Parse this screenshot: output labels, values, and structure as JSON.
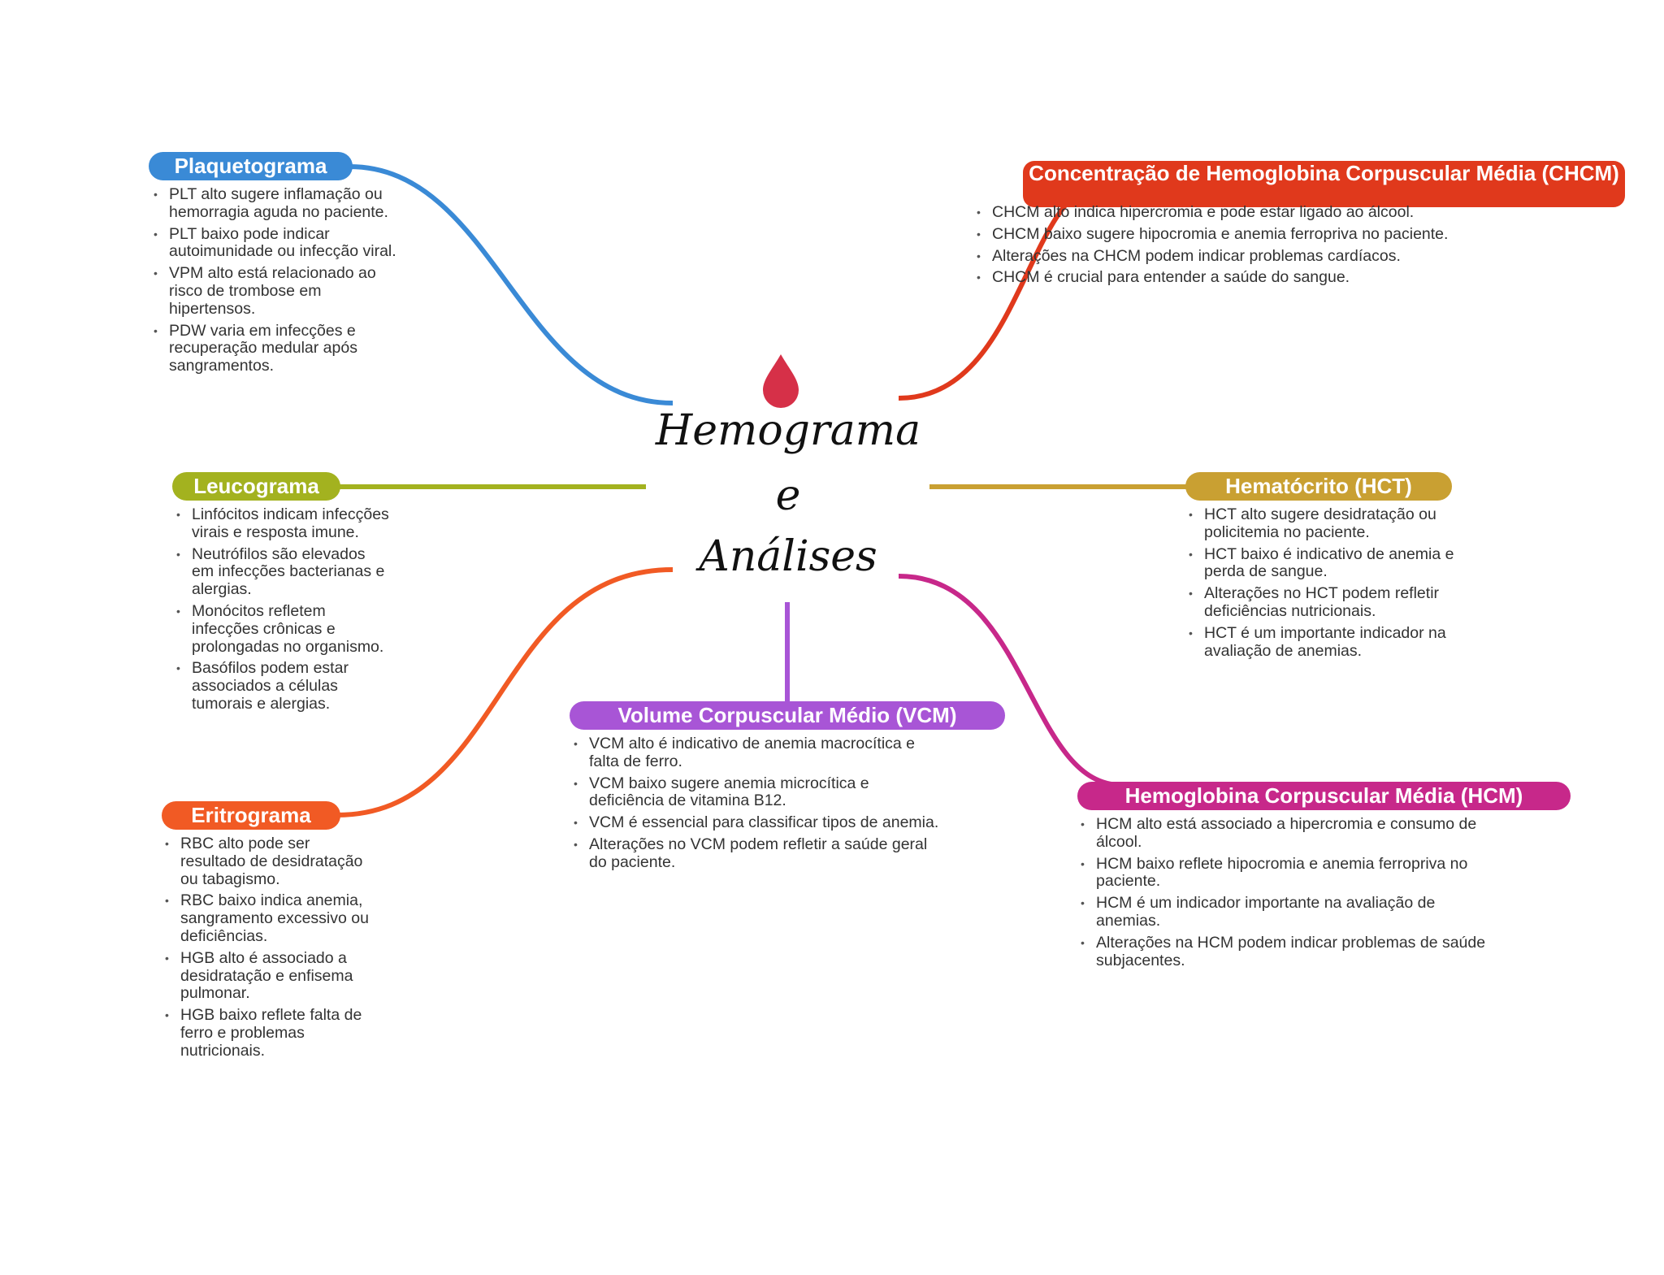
{
  "center": {
    "title_line1": "Hemograma",
    "title_line2": "e",
    "title_line3": "Análises",
    "icon": "blood-drop-icon",
    "icon_color": "#d63048"
  },
  "nodes": {
    "plaquetograma": {
      "title": "Plaquetograma",
      "color": "#3a8ad6",
      "items": [
        "PLT alto sugere inflamação ou hemorragia aguda no paciente.",
        "PLT baixo pode indicar autoimunidade ou infecção viral.",
        "VPM alto está relacionado ao risco de trombose em hipertensos.",
        "PDW varia em infecções e recuperação medular após sangramentos."
      ]
    },
    "leucograma": {
      "title": "Leucograma",
      "color": "#a3b21f",
      "items": [
        "Linfócitos indicam infecções virais e resposta imune.",
        "Neutrófilos são elevados em infecções bacterianas e alergias.",
        "Monócitos refletem infecções crônicas e prolongadas no organismo.",
        "Basófilos podem estar associados a células tumorais e alergias."
      ]
    },
    "eritrograma": {
      "title": "Eritrograma",
      "color": "#f15a24",
      "items": [
        "RBC alto pode ser resultado de desidratação ou tabagismo.",
        "RBC baixo indica anemia, sangramento excessivo ou deficiências.",
        "HGB alto é associado a desidratação e enfisema pulmonar.",
        "HGB baixo reflete falta de ferro e problemas nutricionais."
      ]
    },
    "vcm": {
      "title": "Volume Corpuscular Médio (VCM)",
      "color": "#a855d6",
      "items": [
        "VCM alto é indicativo de anemia macrocítica e falta de ferro.",
        "VCM baixo sugere anemia microcítica e deficiência de vitamina B12.",
        "VCM é essencial para classificar tipos de anemia.",
        "Alterações no VCM podem refletir a saúde geral do paciente."
      ]
    },
    "chcm": {
      "title": "Concentração de Hemoglobina Corpuscular Média (CHCM)",
      "color": "#e0391c",
      "items": [
        "CHCM alto indica hipercromia e pode estar ligado ao álcool.",
        "CHCM baixo sugere hipocromia e anemia ferropriva no paciente.",
        "Alterações na CHCM podem indicar problemas cardíacos.",
        "CHCM é crucial para entender a saúde do sangue."
      ]
    },
    "hct": {
      "title": "Hematócrito (HCT)",
      "color": "#c9a032",
      "items": [
        "HCT alto sugere desidratação ou policitemia no paciente.",
        "HCT baixo é indicativo de anemia e perda de sangue.",
        "Alterações no HCT podem refletir deficiências nutricionais.",
        "HCT é um importante indicador na avaliação de anemias."
      ]
    },
    "hcm": {
      "title": "Hemoglobina Corpuscular Média (HCM)",
      "color": "#c7288a",
      "items": [
        "HCM alto está associado a hipercromia e consumo de álcool.",
        "HCM baixo reflete hipocromia e anemia ferropriva no paciente.",
        "HCM é um indicador importante na avaliação de anemias.",
        "Alterações na HCM podem indicar problemas de saúde subjacentes."
      ]
    }
  }
}
